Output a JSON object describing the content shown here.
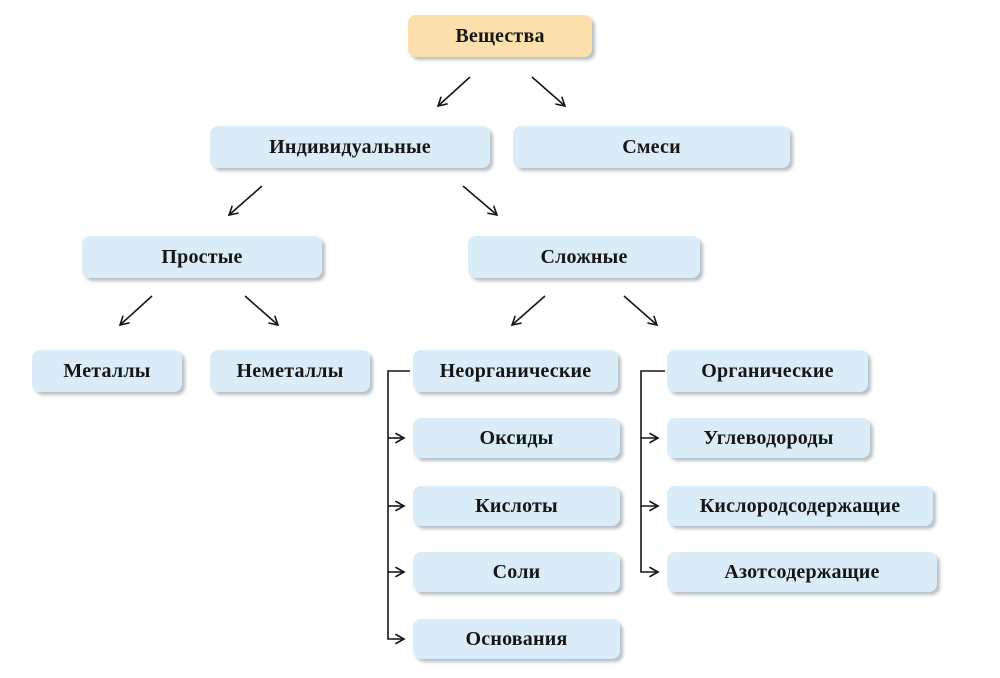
{
  "nodes": {
    "substances": {
      "label": "Вещества"
    },
    "individual": {
      "label": "Индивидуальные"
    },
    "mixtures": {
      "label": "Смеси"
    },
    "simple": {
      "label": "Простые"
    },
    "complex": {
      "label": "Сложные"
    },
    "metals": {
      "label": "Металлы"
    },
    "nonmetals": {
      "label": "Неметаллы"
    },
    "inorganic": {
      "label": "Неорганические"
    },
    "organic": {
      "label": "Органические"
    },
    "oxides": {
      "label": "Оксиды"
    },
    "acids": {
      "label": "Кислоты"
    },
    "salts": {
      "label": "Соли"
    },
    "bases": {
      "label": "Основания"
    },
    "hydrocarbons": {
      "label": "Углеводороды"
    },
    "oxygen_containing": {
      "label": "Кислородсодержащие"
    },
    "nitrogen_containing": {
      "label": "Азотсодержащие"
    }
  },
  "edges": [
    {
      "from": "Вещества",
      "to": "Индивидуальные"
    },
    {
      "from": "Вещества",
      "to": "Смеси"
    },
    {
      "from": "Индивидуальные",
      "to": "Простые"
    },
    {
      "from": "Индивидуальные",
      "to": "Сложные"
    },
    {
      "from": "Простые",
      "to": "Металлы"
    },
    {
      "from": "Простые",
      "to": "Неметаллы"
    },
    {
      "from": "Сложные",
      "to": "Неорганические"
    },
    {
      "from": "Сложные",
      "to": "Органические"
    },
    {
      "from": "Неорганические",
      "to": "Оксиды"
    },
    {
      "from": "Неорганические",
      "to": "Кислоты"
    },
    {
      "from": "Неорганические",
      "to": "Соли"
    },
    {
      "from": "Неорганические",
      "to": "Основания"
    },
    {
      "from": "Органические",
      "to": "Углеводороды"
    },
    {
      "from": "Органические",
      "to": "Кислородсодержащие"
    },
    {
      "from": "Органические",
      "to": "Азотсодержащие"
    }
  ],
  "colors": {
    "root_fill": "#fbe0ad",
    "node_fill": "#d9ecf8",
    "line": "#161616",
    "text": "#161616",
    "background": "#ffffff"
  }
}
